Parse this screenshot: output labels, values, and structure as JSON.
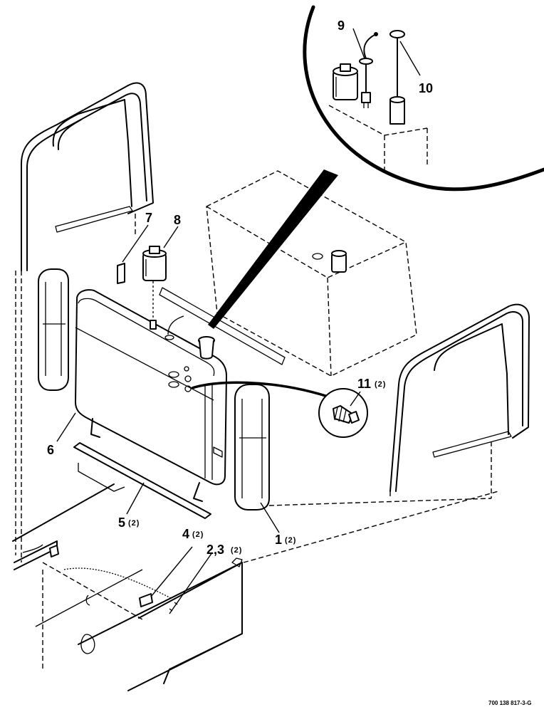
{
  "callouts": {
    "c1": "1",
    "c1_qty": "(2)",
    "c23": "2,3",
    "c23_qty": "(2)",
    "c4": "4",
    "c4_qty": "(2)",
    "c5": "5",
    "c5_qty": "(2)",
    "c6": "6",
    "c7": "7",
    "c8": "8",
    "c9": "9",
    "c10": "10",
    "c11": "11",
    "c11_qty": "(2)"
  },
  "drawing_number": "700 138 817-3-G"
}
